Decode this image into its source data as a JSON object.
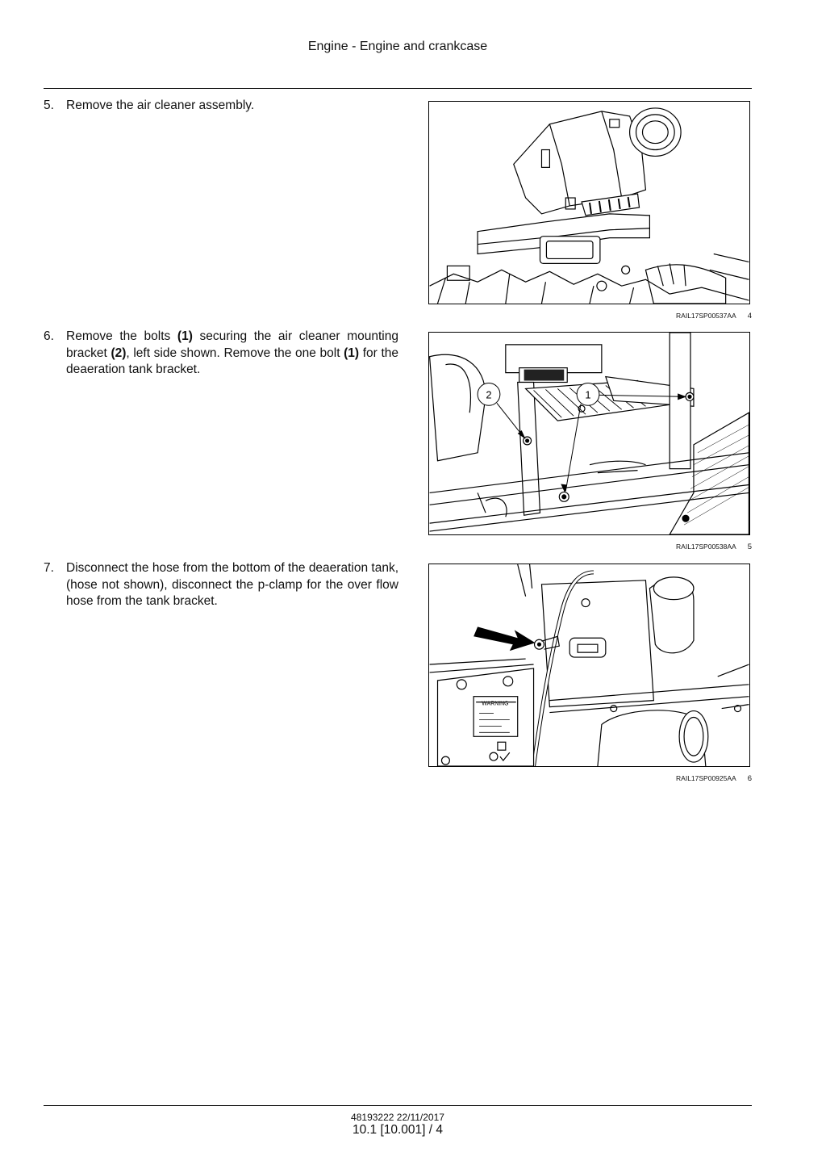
{
  "header": {
    "title": "Engine - Engine and crankcase"
  },
  "steps": [
    {
      "number": "5.",
      "parts": [
        "Remove the air cleaner assembly."
      ]
    },
    {
      "number": "6.",
      "parts": [
        "Remove the bolts ",
        "(1)",
        " securing the air cleaner mounting bracket ",
        "(2)",
        ", left side shown.  Remove the one bolt ",
        "(1)",
        " for the deaeration tank bracket."
      ]
    },
    {
      "number": "7.",
      "parts": [
        "Disconnect the hose from the bottom of the deaeration tank, (hose not shown), disconnect the p-clamp for the over flow hose from the tank bracket."
      ]
    }
  ],
  "figures": [
    {
      "code": "RAIL17SP00537AA",
      "number": "4"
    },
    {
      "code": "RAIL17SP00538AA",
      "number": "5",
      "callouts": [
        "2",
        "1"
      ]
    },
    {
      "code": "RAIL17SP00925AA",
      "number": "6",
      "decal_text": "WARNING"
    }
  ],
  "footer": {
    "doc": "48193222 22/11/2017",
    "page": "10.1 [10.001] / 4"
  }
}
